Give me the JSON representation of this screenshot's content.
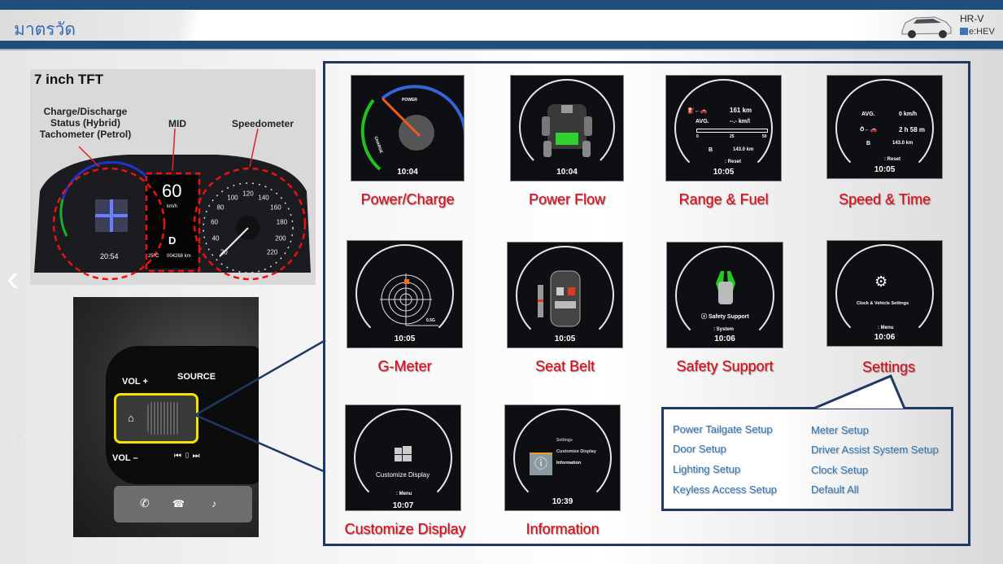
{
  "header": {
    "title": "มาตรวัด",
    "logo_model": "HR-V",
    "logo_badge": "e:HEV"
  },
  "nav": {
    "prev": "‹",
    "mark": "K"
  },
  "cluster": {
    "heading": "7 inch TFT",
    "labels": {
      "charge": "Charge/Discharge\nStatus (Hybrid)\nTachometer (Petrol)",
      "mid": "MID",
      "speedometer": "Speedometer"
    },
    "speed": "60",
    "speed_unit": "km/h",
    "gear": "D",
    "time": "20:54",
    "temp": "25°C",
    "odo": "004268 km",
    "speed_ticks": [
      "20",
      "40",
      "60",
      "80",
      "100",
      "120",
      "140",
      "160",
      "180",
      "200",
      "220"
    ]
  },
  "wheel": {
    "vol_up": "VOL +",
    "source": "SOURCE",
    "vol_down": "VOL –"
  },
  "screens": [
    {
      "label": "Power/Charge",
      "time": "10:04",
      "power": "POWER",
      "charge": "CHARGE"
    },
    {
      "label": "Power Flow",
      "time": "10:04"
    },
    {
      "label": "Range & Fuel",
      "time": "10:05",
      "range": "161 km",
      "avg_label": "AVG.",
      "avg_value": "--.- km/l",
      "scale": [
        "0",
        "25",
        "50"
      ],
      "trip_label": "B",
      "trip": "143.0 km",
      "reset": ": Reset"
    },
    {
      "label": "Speed & Time",
      "time": "10:05",
      "avg_label": "AVG.",
      "avg_speed": "0 km/h",
      "elapsed": "2 h 58 m",
      "trip_label": "B",
      "trip": "143.0 km",
      "reset": ": Reset"
    },
    {
      "label": "G-Meter",
      "time": "10:05",
      "scale": "0.5G"
    },
    {
      "label": "Seat Belt",
      "time": "10:05"
    },
    {
      "label": "Safety Support",
      "time": "10:06",
      "title": "Safety Support",
      "hint": ": System"
    },
    {
      "label": "Settings",
      "time": "10:06",
      "title": "Clock & Vehicle Settings",
      "hint": ": Menu"
    },
    {
      "label": "Customize Display",
      "time": "10:07",
      "title": "Customize Display",
      "hint": ": Menu"
    },
    {
      "label": "Information",
      "time": "10:39",
      "menu": [
        "Settings",
        "Customize Display",
        "Information"
      ]
    }
  ],
  "settings_menu": {
    "left": [
      "Power Tailgate Setup",
      "Door Setup",
      "Lighting Setup",
      "Keyless Access Setup"
    ],
    "right": [
      "Meter Setup",
      "Driver Assist System Setup",
      "Clock Setup",
      "Default All"
    ]
  },
  "colors": {
    "brand": "#1f4e79",
    "label_red": "#e30613",
    "menu_blue": "#2e75b6",
    "frame": "#1f3864"
  }
}
